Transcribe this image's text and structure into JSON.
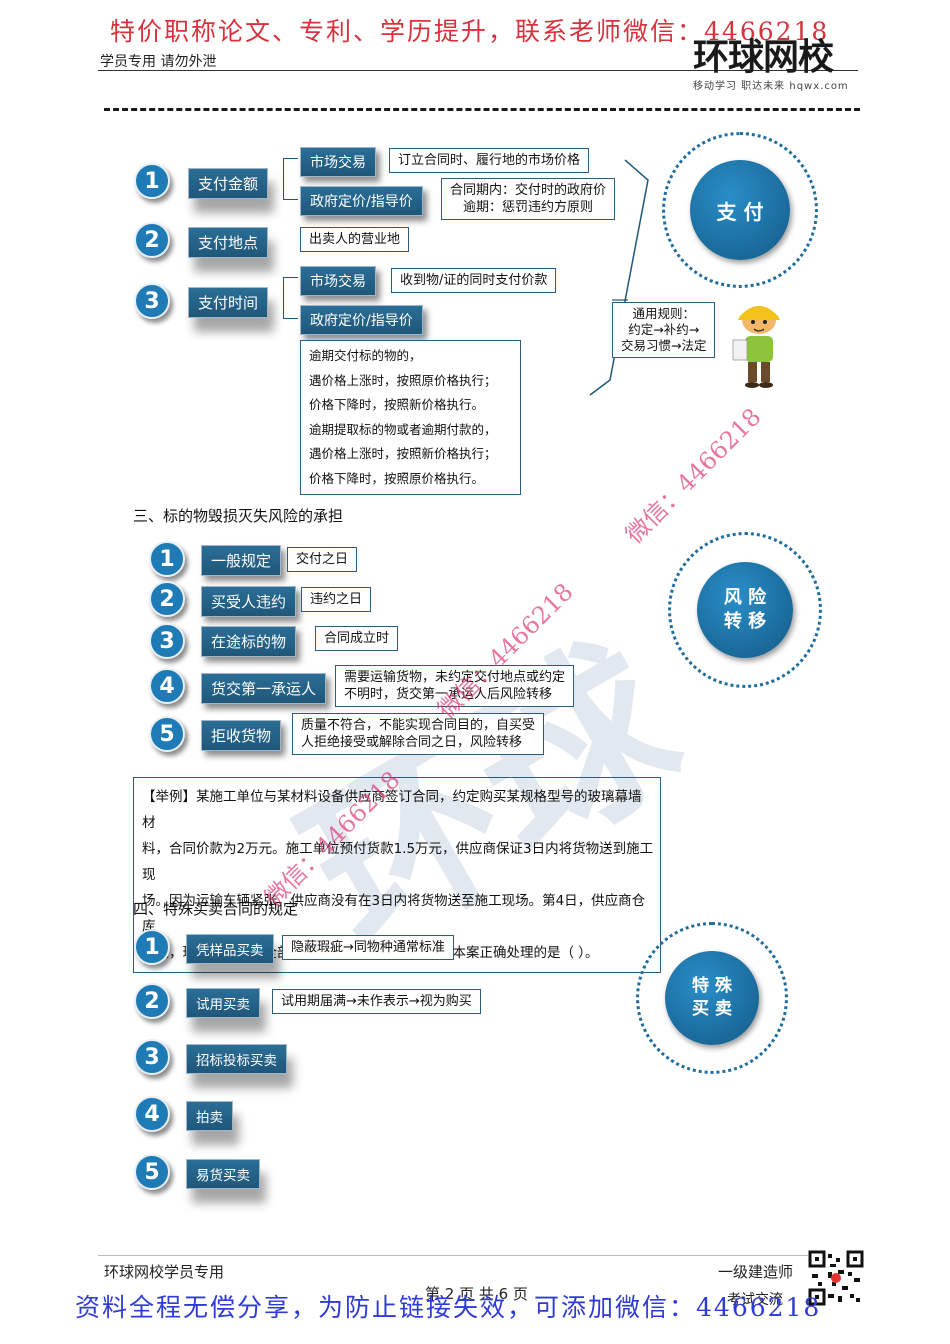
{
  "header": {
    "watermark_top": "特价职称论文、专利、学历提升，联系老师微信：4466218",
    "student_note": "学员专用  请勿外泄",
    "logo_text": "环球网校",
    "logo_sub": "移动学习  职达未来  hqwx.com"
  },
  "payment": {
    "circle_label": "支 付",
    "items": [
      {
        "num": "1",
        "label": "支付金额"
      },
      {
        "num": "2",
        "label": "支付地点"
      },
      {
        "num": "3",
        "label": "支付时间"
      }
    ],
    "amount_market": "市场交易",
    "amount_market_rule": "订立合同时、履行地的市场价格",
    "amount_gov": "政府定价/指导价",
    "amount_gov_rule_1": "合同期内：交付时的政府价",
    "amount_gov_rule_2": "逾期：惩罚违约方原则",
    "place_rule": "出卖人的营业地",
    "time_market": "市场交易",
    "time_market_rule": "收到物/证的同时支付价款",
    "time_gov": "政府定价/指导价",
    "overdue_lines": [
      "逾期交付标的物的，",
      "遇价格上涨时，按照原价格执行；",
      "价格下降时，按照新价格执行。",
      "逾期提取标的物或者逾期付款的，",
      "遇价格上涨时，按照新价格执行；",
      "价格下降时，按照原价格执行。"
    ],
    "general_rule_lines": [
      "通用规则：",
      "约定→补约→",
      "交易习惯→法定"
    ]
  },
  "risk": {
    "section_title": "三、标的物毁损灭失风险的承担",
    "circle_label_1": "风 险",
    "circle_label_2": "转 移",
    "items": [
      {
        "num": "1",
        "label": "一般规定",
        "rule": "交付之日"
      },
      {
        "num": "2",
        "label": "买受人违约",
        "rule": "违约之日"
      },
      {
        "num": "3",
        "label": "在途标的物",
        "rule": "合同成立时"
      },
      {
        "num": "4",
        "label": "货交第一承运人",
        "rule_1": "需要运输货物，未约定交付地点或约定",
        "rule_2": "不明时，货交第一承运人后风险转移"
      },
      {
        "num": "5",
        "label": "拒收货物",
        "rule_1": "质量不符合，不能实现合同目的，自买受",
        "rule_2": "人拒绝接受或解除合同之日，风险转移"
      }
    ]
  },
  "example": {
    "lines": [
      "【举例】某施工单位与某材料设备供应商签订合同，约定购买某规格型号的玻璃幕墙材",
      "料，合同价款为2万元。施工单位预付货款1.5万元，供应商保证3日内将货物送到施工现",
      "场。因为运输车辆紧张，供应商没有在3日内将货物送至施工现场。第4日，供应商仓库",
      "失火，玻璃幕墙材料全部被焚毁。根据法律规定，对本案正确处理的是（  ）。"
    ]
  },
  "special": {
    "section_title": "四、特殊买卖合同的规定",
    "circle_label_1": "特 殊",
    "circle_label_2": "买 卖",
    "items": [
      {
        "num": "1",
        "label": "凭样品买卖",
        "rule": "隐蔽瑕疵→同物种通常标准"
      },
      {
        "num": "2",
        "label": "试用买卖",
        "rule": "试用期届满→未作表示→视为购买"
      },
      {
        "num": "3",
        "label": "招标投标买卖"
      },
      {
        "num": "4",
        "label": "拍卖"
      },
      {
        "num": "5",
        "label": "易货买卖"
      }
    ]
  },
  "watermarks": {
    "diag_1": "微信：4466218",
    "diag_2": "微信：4466218",
    "diag_3": "微信：4466218"
  },
  "footer": {
    "left": "环球网校学员专用",
    "right": "一级建造师",
    "page": "第 2 页 共 6 页",
    "contact": "考试交流",
    "watermark_bottom": "资料全程无偿分享，为防止链接失效，可添加微信：4466218"
  },
  "colors": {
    "accent": "#1f6c9d",
    "watermark_red": "#d8323c",
    "watermark_blue": "#2f3bd6"
  }
}
